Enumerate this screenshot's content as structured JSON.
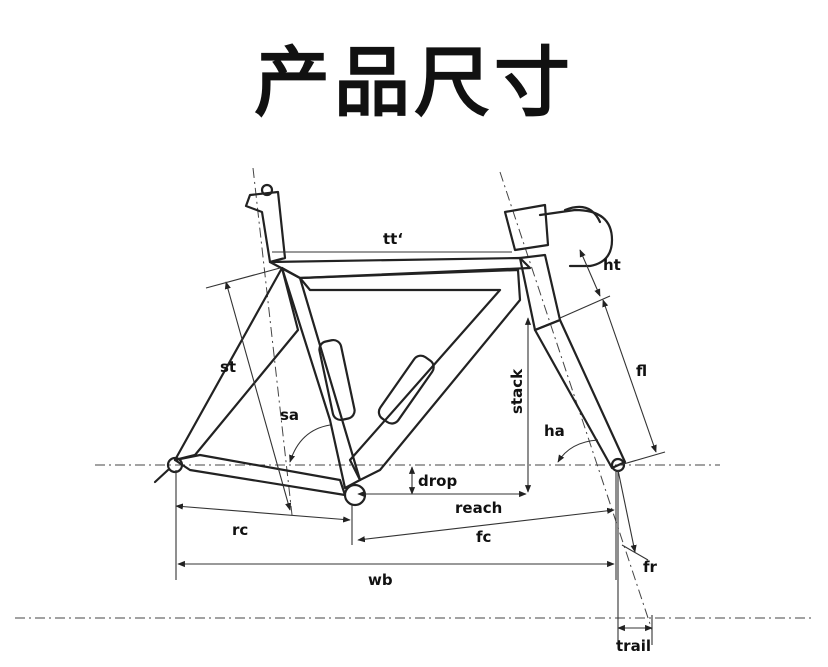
{
  "title": "产品尺寸",
  "labels": {
    "tt": "tt‘",
    "ht": "ht",
    "st": "st",
    "fl": "fl",
    "sa": "sa",
    "stack": "stack",
    "ha": "ha",
    "drop": "drop",
    "reach": "reach",
    "rc": "rc",
    "fc": "fc",
    "wb": "wb",
    "fr": "fr",
    "trail": "trail"
  }
}
